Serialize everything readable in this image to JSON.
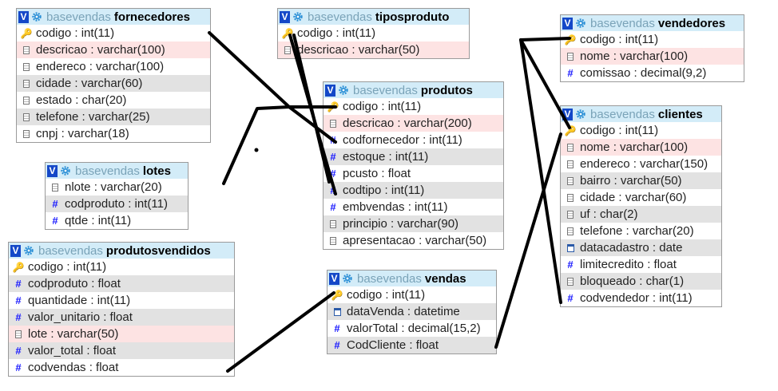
{
  "db": "basevendas",
  "tables": [
    {
      "name": "fornecedores",
      "columns": [
        {
          "icon": "key",
          "text": "codigo : int(11)"
        },
        {
          "icon": "text",
          "text": "descricao : varchar(100)"
        },
        {
          "icon": "text",
          "text": "endereco : varchar(100)"
        },
        {
          "icon": "text",
          "text": "cidade : varchar(60)"
        },
        {
          "icon": "text",
          "text": "estado : char(20)"
        },
        {
          "icon": "text",
          "text": "telefone : varchar(25)"
        },
        {
          "icon": "text",
          "text": "cnpj : varchar(18)"
        }
      ]
    },
    {
      "name": "tiposproduto",
      "columns": [
        {
          "icon": "key",
          "text": "codigo : int(11)"
        },
        {
          "icon": "text",
          "text": "descricao : varchar(50)"
        }
      ]
    },
    {
      "name": "vendedores",
      "columns": [
        {
          "icon": "key",
          "text": "codigo : int(11)"
        },
        {
          "icon": "text",
          "text": "nome : varchar(100)"
        },
        {
          "icon": "hash",
          "text": "comissao : decimal(9,2)"
        }
      ]
    },
    {
      "name": "produtos",
      "columns": [
        {
          "icon": "key",
          "text": "codigo : int(11)"
        },
        {
          "icon": "text",
          "text": "descricao : varchar(200)"
        },
        {
          "icon": "hash",
          "text": "codfornecedor : int(11)"
        },
        {
          "icon": "hash",
          "text": "estoque : int(11)"
        },
        {
          "icon": "hash",
          "text": "pcusto : float"
        },
        {
          "icon": "hash",
          "text": "codtipo : int(11)"
        },
        {
          "icon": "hash",
          "text": "embvendas : int(11)"
        },
        {
          "icon": "text",
          "text": "principio : varchar(90)"
        },
        {
          "icon": "text",
          "text": "apresentacao : varchar(50)"
        }
      ]
    },
    {
      "name": "clientes",
      "columns": [
        {
          "icon": "key",
          "text": "codigo : int(11)"
        },
        {
          "icon": "text",
          "text": "nome : varchar(100)"
        },
        {
          "icon": "text",
          "text": "endereco : varchar(150)"
        },
        {
          "icon": "text",
          "text": "bairro : varchar(50)"
        },
        {
          "icon": "text",
          "text": "cidade : varchar(60)"
        },
        {
          "icon": "text",
          "text": "uf : char(2)"
        },
        {
          "icon": "text",
          "text": "telefone : varchar(20)"
        },
        {
          "icon": "date",
          "text": "datacadastro : date"
        },
        {
          "icon": "hash",
          "text": "limitecredito : float"
        },
        {
          "icon": "text",
          "text": "bloqueado : char(1)"
        },
        {
          "icon": "hash",
          "text": "codvendedor : int(11)"
        }
      ]
    },
    {
      "name": "lotes",
      "columns": [
        {
          "icon": "text",
          "text": "nlote : varchar(20)"
        },
        {
          "icon": "hash",
          "text": "codproduto : int(11)"
        },
        {
          "icon": "hash",
          "text": "qtde : int(11)"
        }
      ]
    },
    {
      "name": "produtosvendidos",
      "columns": [
        {
          "icon": "key",
          "text": "codigo : int(11)"
        },
        {
          "icon": "hash",
          "text": "codproduto : float"
        },
        {
          "icon": "hash",
          "text": "quantidade : int(11)"
        },
        {
          "icon": "hash",
          "text": "valor_unitario : float"
        },
        {
          "icon": "text",
          "text": "lote : varchar(50)"
        },
        {
          "icon": "hash",
          "text": "valor_total : float"
        },
        {
          "icon": "hash",
          "text": "codvendas : float"
        }
      ]
    },
    {
      "name": "vendas",
      "columns": [
        {
          "icon": "key",
          "text": "codigo : int(11)"
        },
        {
          "icon": "date",
          "text": "dataVenda : datetime"
        },
        {
          "icon": "hash",
          "text": "valorTotal : decimal(15,2)"
        },
        {
          "icon": "hash",
          "text": "CodCliente : float"
        }
      ]
    }
  ]
}
